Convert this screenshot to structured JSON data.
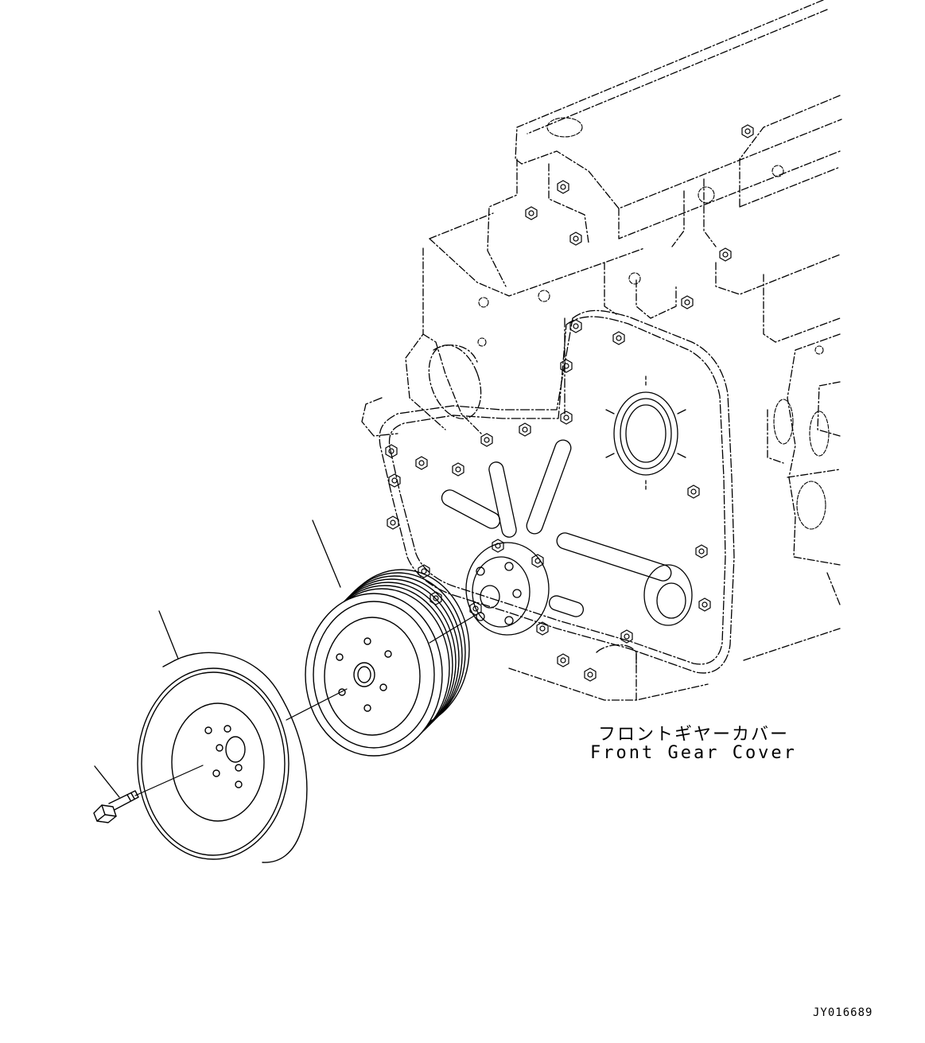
{
  "callouts": {
    "front_gear_cover_jp": "フロントギヤーカバー",
    "front_gear_cover_en": "Front Gear Cover"
  },
  "drawing_id": "JY016689",
  "colors": {
    "ink": "#000000",
    "paper": "#ffffff"
  }
}
